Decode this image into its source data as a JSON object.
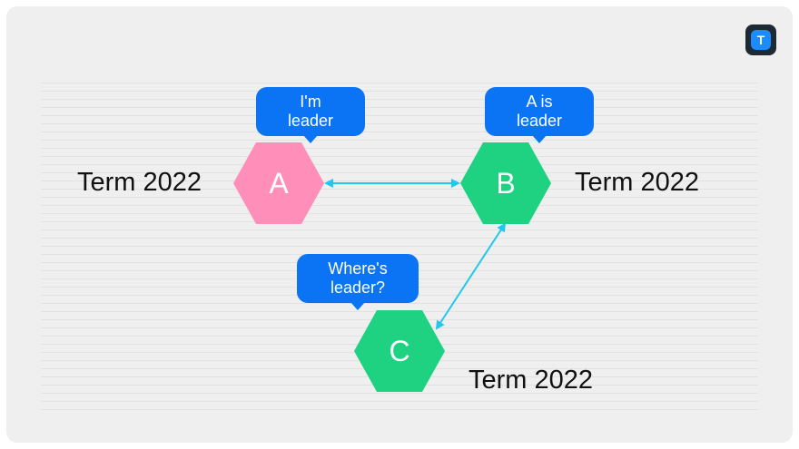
{
  "colors": {
    "node_leader": "#ff8fb8",
    "node_follower": "#1ed282",
    "connector": "#22c7ee",
    "bubble": "#0a74f5"
  },
  "brand_icon": "t-logo-icon",
  "nodes": {
    "a": {
      "label": "A",
      "bubble": [
        "I'm",
        "leader"
      ],
      "term": "Term 2022"
    },
    "b": {
      "label": "B",
      "bubble": [
        "A is",
        "leader"
      ],
      "term": "Term 2022"
    },
    "c": {
      "label": "C",
      "bubble": [
        "Where's",
        "leader?"
      ],
      "term": "Term 2022"
    }
  },
  "connections": [
    {
      "from": "A",
      "to": "B",
      "bidirectional": true
    },
    {
      "from": "B",
      "to": "C",
      "bidirectional": true
    }
  ]
}
